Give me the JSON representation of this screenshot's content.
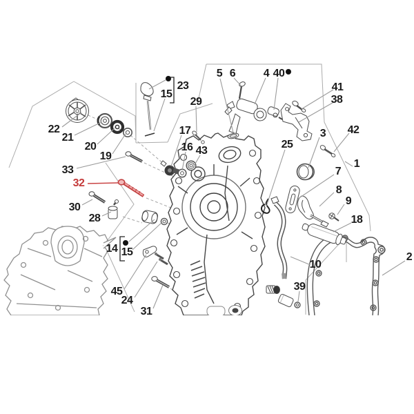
{
  "diagram": {
    "highlighted_label": "32",
    "colors": {
      "background": "#ffffff",
      "highlight": "#c43a3a",
      "highlight_fill": "#efa9a9",
      "leader": "#9b9b9b",
      "boundary": "#ababab",
      "dark_part": "#3d3d3d",
      "light_part": "#8f8f8f",
      "label": "#1b1b1b"
    },
    "kit_dot_labels": [
      "23",
      "40",
      "14"
    ],
    "labels": {
      "l5": "5",
      "l6": "6",
      "l4": "4",
      "l40": "40",
      "l23": "23",
      "l15a": "15",
      "l29": "29",
      "l41": "41",
      "l38": "38",
      "l22": "22",
      "l21": "21",
      "l20": "20",
      "l19": "19",
      "l17": "17",
      "l16": "16",
      "l43": "43",
      "l3": "3",
      "l42": "42",
      "l25": "25",
      "l1": "1",
      "l33": "33",
      "l7": "7",
      "l32": "32",
      "l8": "8",
      "l9": "9",
      "l30": "30",
      "l28": "28",
      "l18": "18",
      "l14": "14",
      "l15b": "15",
      "l2": "2",
      "l10": "10",
      "l39": "39",
      "l45": "45",
      "l24": "24",
      "l31": "31"
    }
  }
}
